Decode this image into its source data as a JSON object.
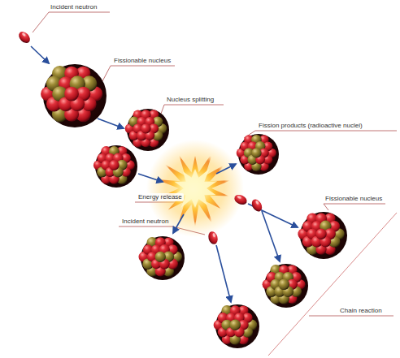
{
  "diagram": {
    "labels": [
      "Incident neutron",
      "Fissionable nucleus",
      "Nucleus splitting",
      "Fission products (radioactive nuclei)",
      "Energy release",
      "Incident neutron",
      "Fissionable nucleus",
      "Chain reaction"
    ]
  }
}
